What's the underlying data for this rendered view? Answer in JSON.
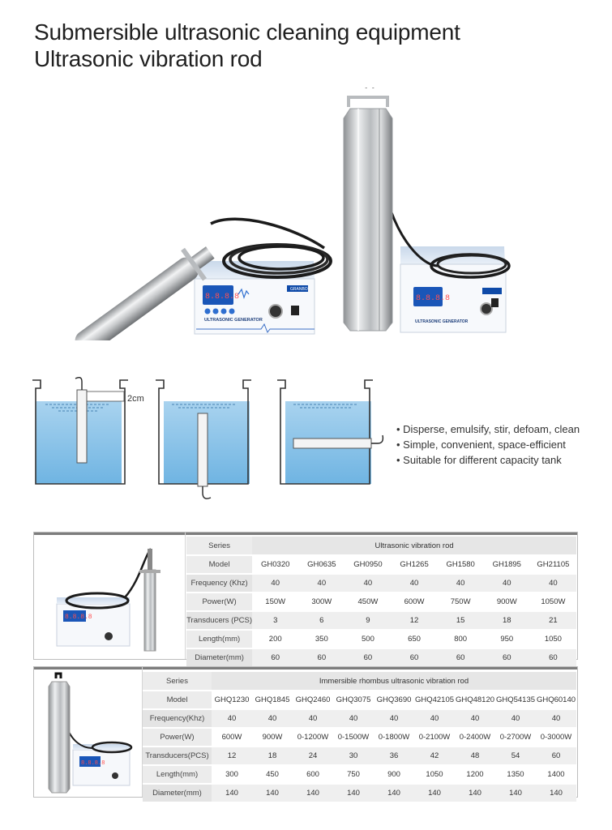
{
  "page": {
    "title_line1": "Submersible ultrasonic cleaning equipment",
    "title_line2": "Ultrasonic vibration rod"
  },
  "generator": {
    "display": "8.8.8.8",
    "panel_title": "ULTRASONIC GENERATOR",
    "brand": "GRANBO"
  },
  "diagram": {
    "gap_label": "2cm"
  },
  "features": [
    "Disperse, emulsify, stir, defoam, clean",
    "Simple, convenient, space-efficient",
    "Suitable for different capacity tank"
  ],
  "table1": {
    "series_label": "Series",
    "series_value": "Ultrasonic vibration rod",
    "rows": [
      {
        "label": "Model",
        "values": [
          "GH0320",
          "GH0635",
          "GH0950",
          "GH1265",
          "GH1580",
          "GH1895",
          "GH21105"
        ]
      },
      {
        "label": "Frequency (Khz)",
        "values": [
          "40",
          "40",
          "40",
          "40",
          "40",
          "40",
          "40"
        ]
      },
      {
        "label": "Power(W)",
        "values": [
          "150W",
          "300W",
          "450W",
          "600W",
          "750W",
          "900W",
          "1050W"
        ]
      },
      {
        "label": "Transducers (PCS)",
        "values": [
          "3",
          "6",
          "9",
          "12",
          "15",
          "18",
          "21"
        ]
      },
      {
        "label": "Length(mm)",
        "values": [
          "200",
          "350",
          "500",
          "650",
          "800",
          "950",
          "1050"
        ]
      },
      {
        "label": "Diameter(mm)",
        "values": [
          "60",
          "60",
          "60",
          "60",
          "60",
          "60",
          "60"
        ]
      }
    ]
  },
  "table2": {
    "series_label": "Series",
    "series_value": "Immersible rhombus ultrasonic vibration rod",
    "rows": [
      {
        "label": "Model",
        "values": [
          "GHQ1230",
          "GHQ1845",
          "GHQ2460",
          "GHQ3075",
          "GHQ3690",
          "GHQ42105",
          "GHQ48120",
          "GHQ54135",
          "GHQ60140"
        ]
      },
      {
        "label": "Frequency(Khz)",
        "values": [
          "40",
          "40",
          "40",
          "40",
          "40",
          "40",
          "40",
          "40",
          "40"
        ]
      },
      {
        "label": "Power(W)",
        "values": [
          "600W",
          "900W",
          "0-1200W",
          "0-1500W",
          "0-1800W",
          "0-2100W",
          "0-2400W",
          "0-2700W",
          "0-3000W"
        ]
      },
      {
        "label": "Transducers(PCS)",
        "values": [
          "12",
          "18",
          "24",
          "30",
          "36",
          "42",
          "48",
          "54",
          "60"
        ]
      },
      {
        "label": "Length(mm)",
        "values": [
          "300",
          "450",
          "600",
          "750",
          "900",
          "1050",
          "1200",
          "1350",
          "1400"
        ]
      },
      {
        "label": "Diameter(mm)",
        "values": [
          "140",
          "140",
          "140",
          "140",
          "140",
          "140",
          "140",
          "140",
          "140"
        ]
      }
    ]
  }
}
